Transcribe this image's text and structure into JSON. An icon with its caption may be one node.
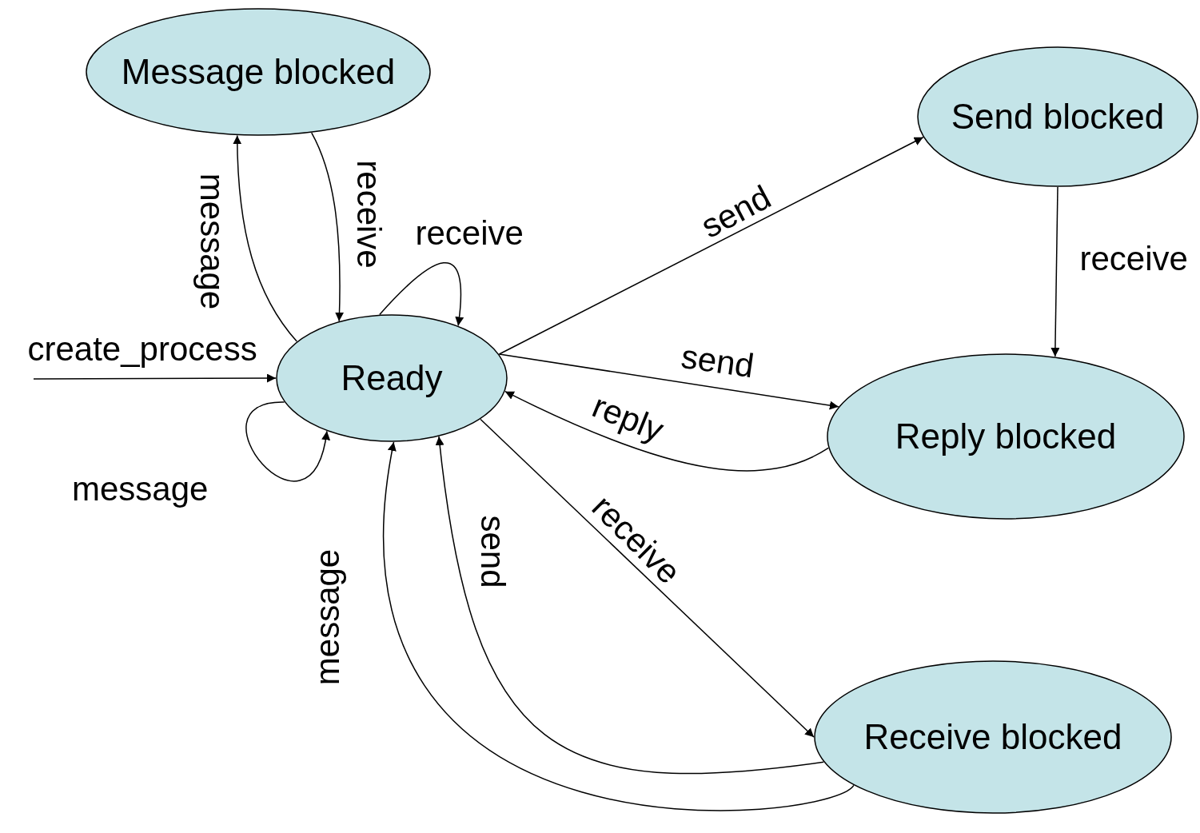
{
  "diagram": {
    "nodes": [
      {
        "text": [
          "Message blocked"
        ]
      },
      {
        "text": [
          "Send blocked"
        ]
      },
      {
        "text": [
          "Ready"
        ]
      },
      {
        "text": [
          "Reply blocked"
        ]
      },
      {
        "text": [
          "Receive blocked"
        ]
      }
    ],
    "edges": [
      {
        "from": 2,
        "to": 0,
        "arrow": "to",
        "label": "message"
      },
      {
        "from": 0,
        "to": 2,
        "arrow": "to",
        "label": "receive"
      },
      {
        "from": 2,
        "to": 2,
        "arrow": "to",
        "label": "receive"
      },
      {
        "from": null,
        "to": 2,
        "arrow": "to",
        "label": "create_process"
      },
      {
        "from": 2,
        "to": 2,
        "arrow": "to",
        "label": "message"
      },
      {
        "from": 2,
        "to": 1,
        "arrow": "to",
        "label": "send"
      },
      {
        "from": 1,
        "to": 3,
        "arrow": "to",
        "label": "receive"
      },
      {
        "from": 2,
        "to": 3,
        "arrow": "to",
        "label": "send"
      },
      {
        "from": 3,
        "to": 2,
        "arrow": "to",
        "label": "reply"
      },
      {
        "from": 2,
        "to": 4,
        "arrow": "to",
        "label": "receive"
      },
      {
        "from": 4,
        "to": 2,
        "arrow": "to",
        "label": "send"
      },
      {
        "from": 4,
        "to": 2,
        "arrow": "to",
        "label": "message"
      }
    ]
  }
}
